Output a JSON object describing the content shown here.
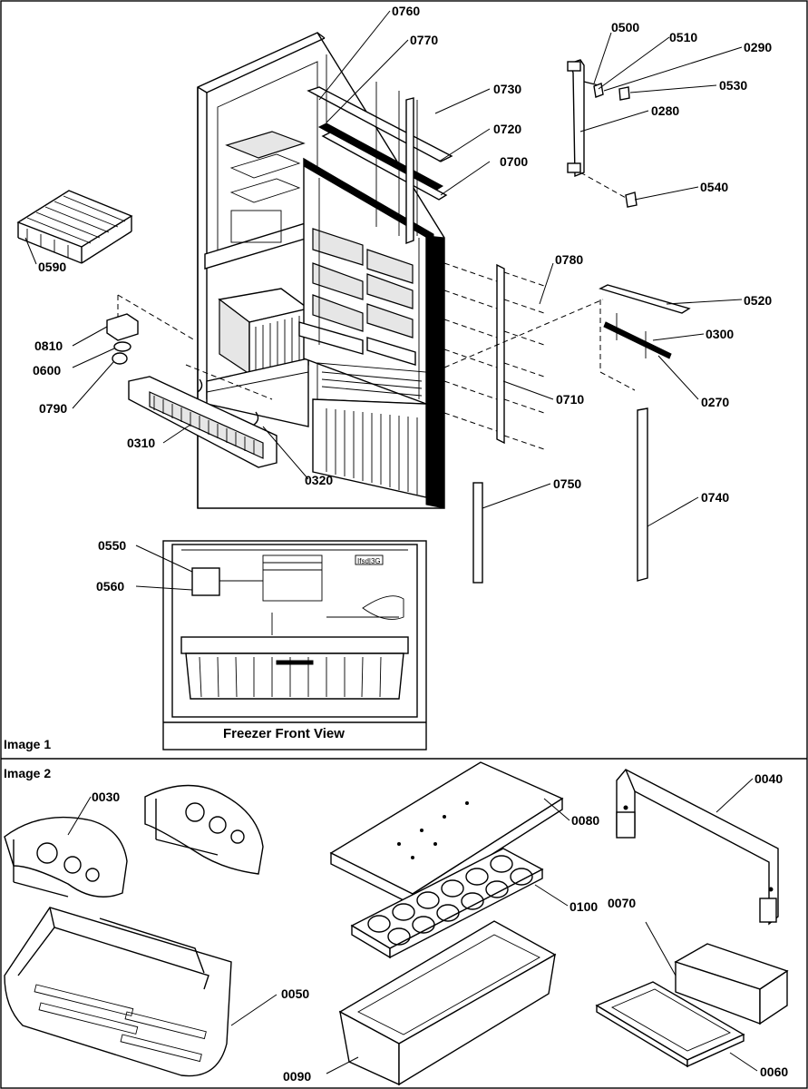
{
  "image1": {
    "caption": "Image 1",
    "freezer_caption": "Freezer Front View",
    "freezer_label_box": "Ifsd|3G",
    "parts": [
      "0760",
      "0770",
      "0730",
      "0720",
      "0700",
      "0500",
      "0510",
      "0290",
      "0530",
      "0280",
      "0540",
      "0590",
      "0780",
      "0520",
      "0300",
      "0810",
      "0600",
      "0790",
      "0710",
      "0270",
      "0310",
      "0320",
      "0750",
      "0740",
      "0550",
      "0560"
    ]
  },
  "image2": {
    "caption": "Image 2",
    "parts": [
      "0030",
      "0080",
      "0040",
      "0100",
      "0070",
      "0050",
      "0090",
      "0060"
    ]
  }
}
